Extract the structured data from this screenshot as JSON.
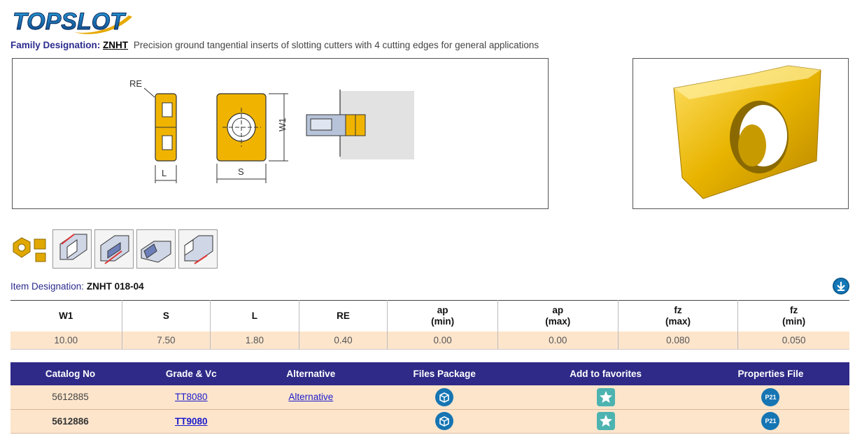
{
  "brand": {
    "logo_text": "TOPSLOT"
  },
  "family": {
    "label": "Family Designation:",
    "code": "ZNHT",
    "description": "Precision ground tangential inserts of slotting cutters with 4 cutting edges for general applications"
  },
  "drawing": {
    "label_re": "RE",
    "label_l": "L",
    "label_s": "S",
    "label_w1": "W1"
  },
  "application_icons": [
    "insert-image-icon",
    "slotting-icon",
    "grooving-icon",
    "chamfering-icon",
    "shoulder-icon"
  ],
  "item": {
    "label": "Item Designation:",
    "value": "ZNHT 018-04"
  },
  "params": {
    "headers": [
      {
        "l1": "W1",
        "l2": ""
      },
      {
        "l1": "S",
        "l2": ""
      },
      {
        "l1": "L",
        "l2": ""
      },
      {
        "l1": "RE",
        "l2": ""
      },
      {
        "l1": "ap",
        "l2": "(min)"
      },
      {
        "l1": "ap",
        "l2": "(max)"
      },
      {
        "l1": "fz",
        "l2": "(max)"
      },
      {
        "l1": "fz",
        "l2": "(min)"
      }
    ],
    "values": [
      "10.00",
      "7.50",
      "1.80",
      "0.40",
      "0.00",
      "0.00",
      "0.080",
      "0.050"
    ]
  },
  "catalog": {
    "headers": [
      "Catalog No",
      "Grade & Vc",
      "Alternative",
      "Files Package",
      "Add to favorites",
      "Properties File"
    ],
    "rows": [
      {
        "catalog_no": "5612885",
        "grade": "TT8080",
        "alternative": "Alternative",
        "p21": "P21"
      },
      {
        "catalog_no": "5612886",
        "grade": "TT9080",
        "alternative": "",
        "p21": "P21"
      }
    ]
  },
  "colors": {
    "header_bg": "#2f2a87",
    "row_bg": "#fde5cc",
    "insert_gold": "#f0b400",
    "link": "#1a1acc",
    "icon_blue": "#1675b3",
    "icon_teal": "#4db3b0"
  }
}
